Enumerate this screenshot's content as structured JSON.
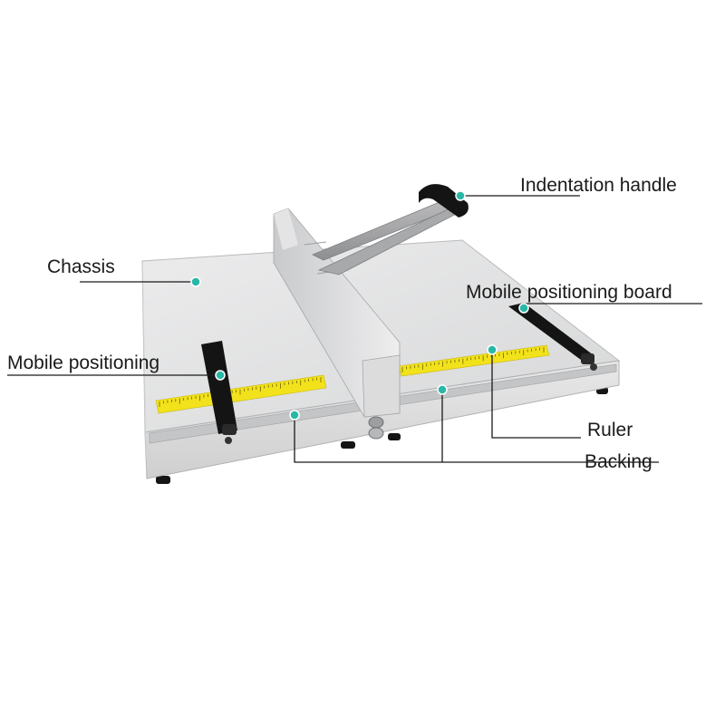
{
  "labels": {
    "indentation_handle": "Indentation handle",
    "chassis": "Chassis",
    "mobile_positioning_board": "Mobile positioning board",
    "mobile_positioning": "Mobile positioning",
    "ruler": "Ruler",
    "backing": "Backing"
  },
  "colors": {
    "callout_dot": "#29b8a6",
    "chassis_top": "#e3e3e4",
    "ruler_yellow": "#f2e21b",
    "handle_black": "#141414"
  }
}
